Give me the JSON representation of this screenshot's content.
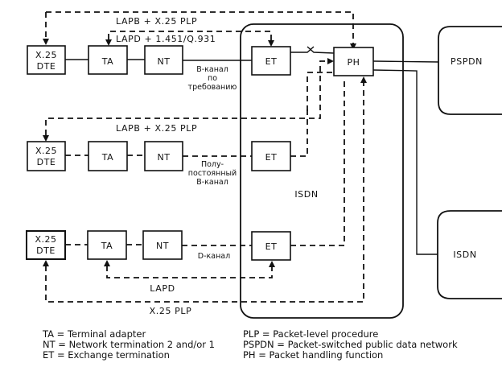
{
  "diagram": {
    "rows": [
      {
        "id": "row1",
        "dte_label": [
          "X.25",
          "DTE"
        ],
        "ta_label": "TA",
        "nt_label": "NT",
        "et_label": "ET",
        "channel_label": [
          "B-канал",
          "по",
          "требованию"
        ],
        "protocols": [
          "LAPB + X.25 PLP",
          "LAPD + 1.451/Q.931"
        ]
      },
      {
        "id": "row2",
        "dte_label": [
          "X.25",
          "DTE"
        ],
        "ta_label": "TA",
        "nt_label": "NT",
        "et_label": "ET",
        "channel_label": [
          "Полу-",
          "постоянный",
          "B-канал"
        ],
        "protocols": [
          "LAPB + X.25 PLP"
        ]
      },
      {
        "id": "row3",
        "dte_label": [
          "X.25",
          "DTE"
        ],
        "ta_label": "TA",
        "nt_label": "NT",
        "et_label": "ET",
        "channel_label": [
          "D-канал"
        ],
        "protocols": [
          "LAPD",
          "X.25 PLP"
        ]
      }
    ],
    "ph_label": "PH",
    "isdn_inner_label": "ISDN",
    "pspdn_label": "PSPDN",
    "isdn_outer_label": "ISDN"
  },
  "legend": {
    "left": [
      "TA = Terminal adapter",
      "NT = Network termination 2 and/or 1",
      "ET = Exchange termination"
    ],
    "right": [
      "PLP = Packet-level procedure",
      "PSPDN = Packet-switched public data network",
      "PH = Packet handling function"
    ]
  }
}
